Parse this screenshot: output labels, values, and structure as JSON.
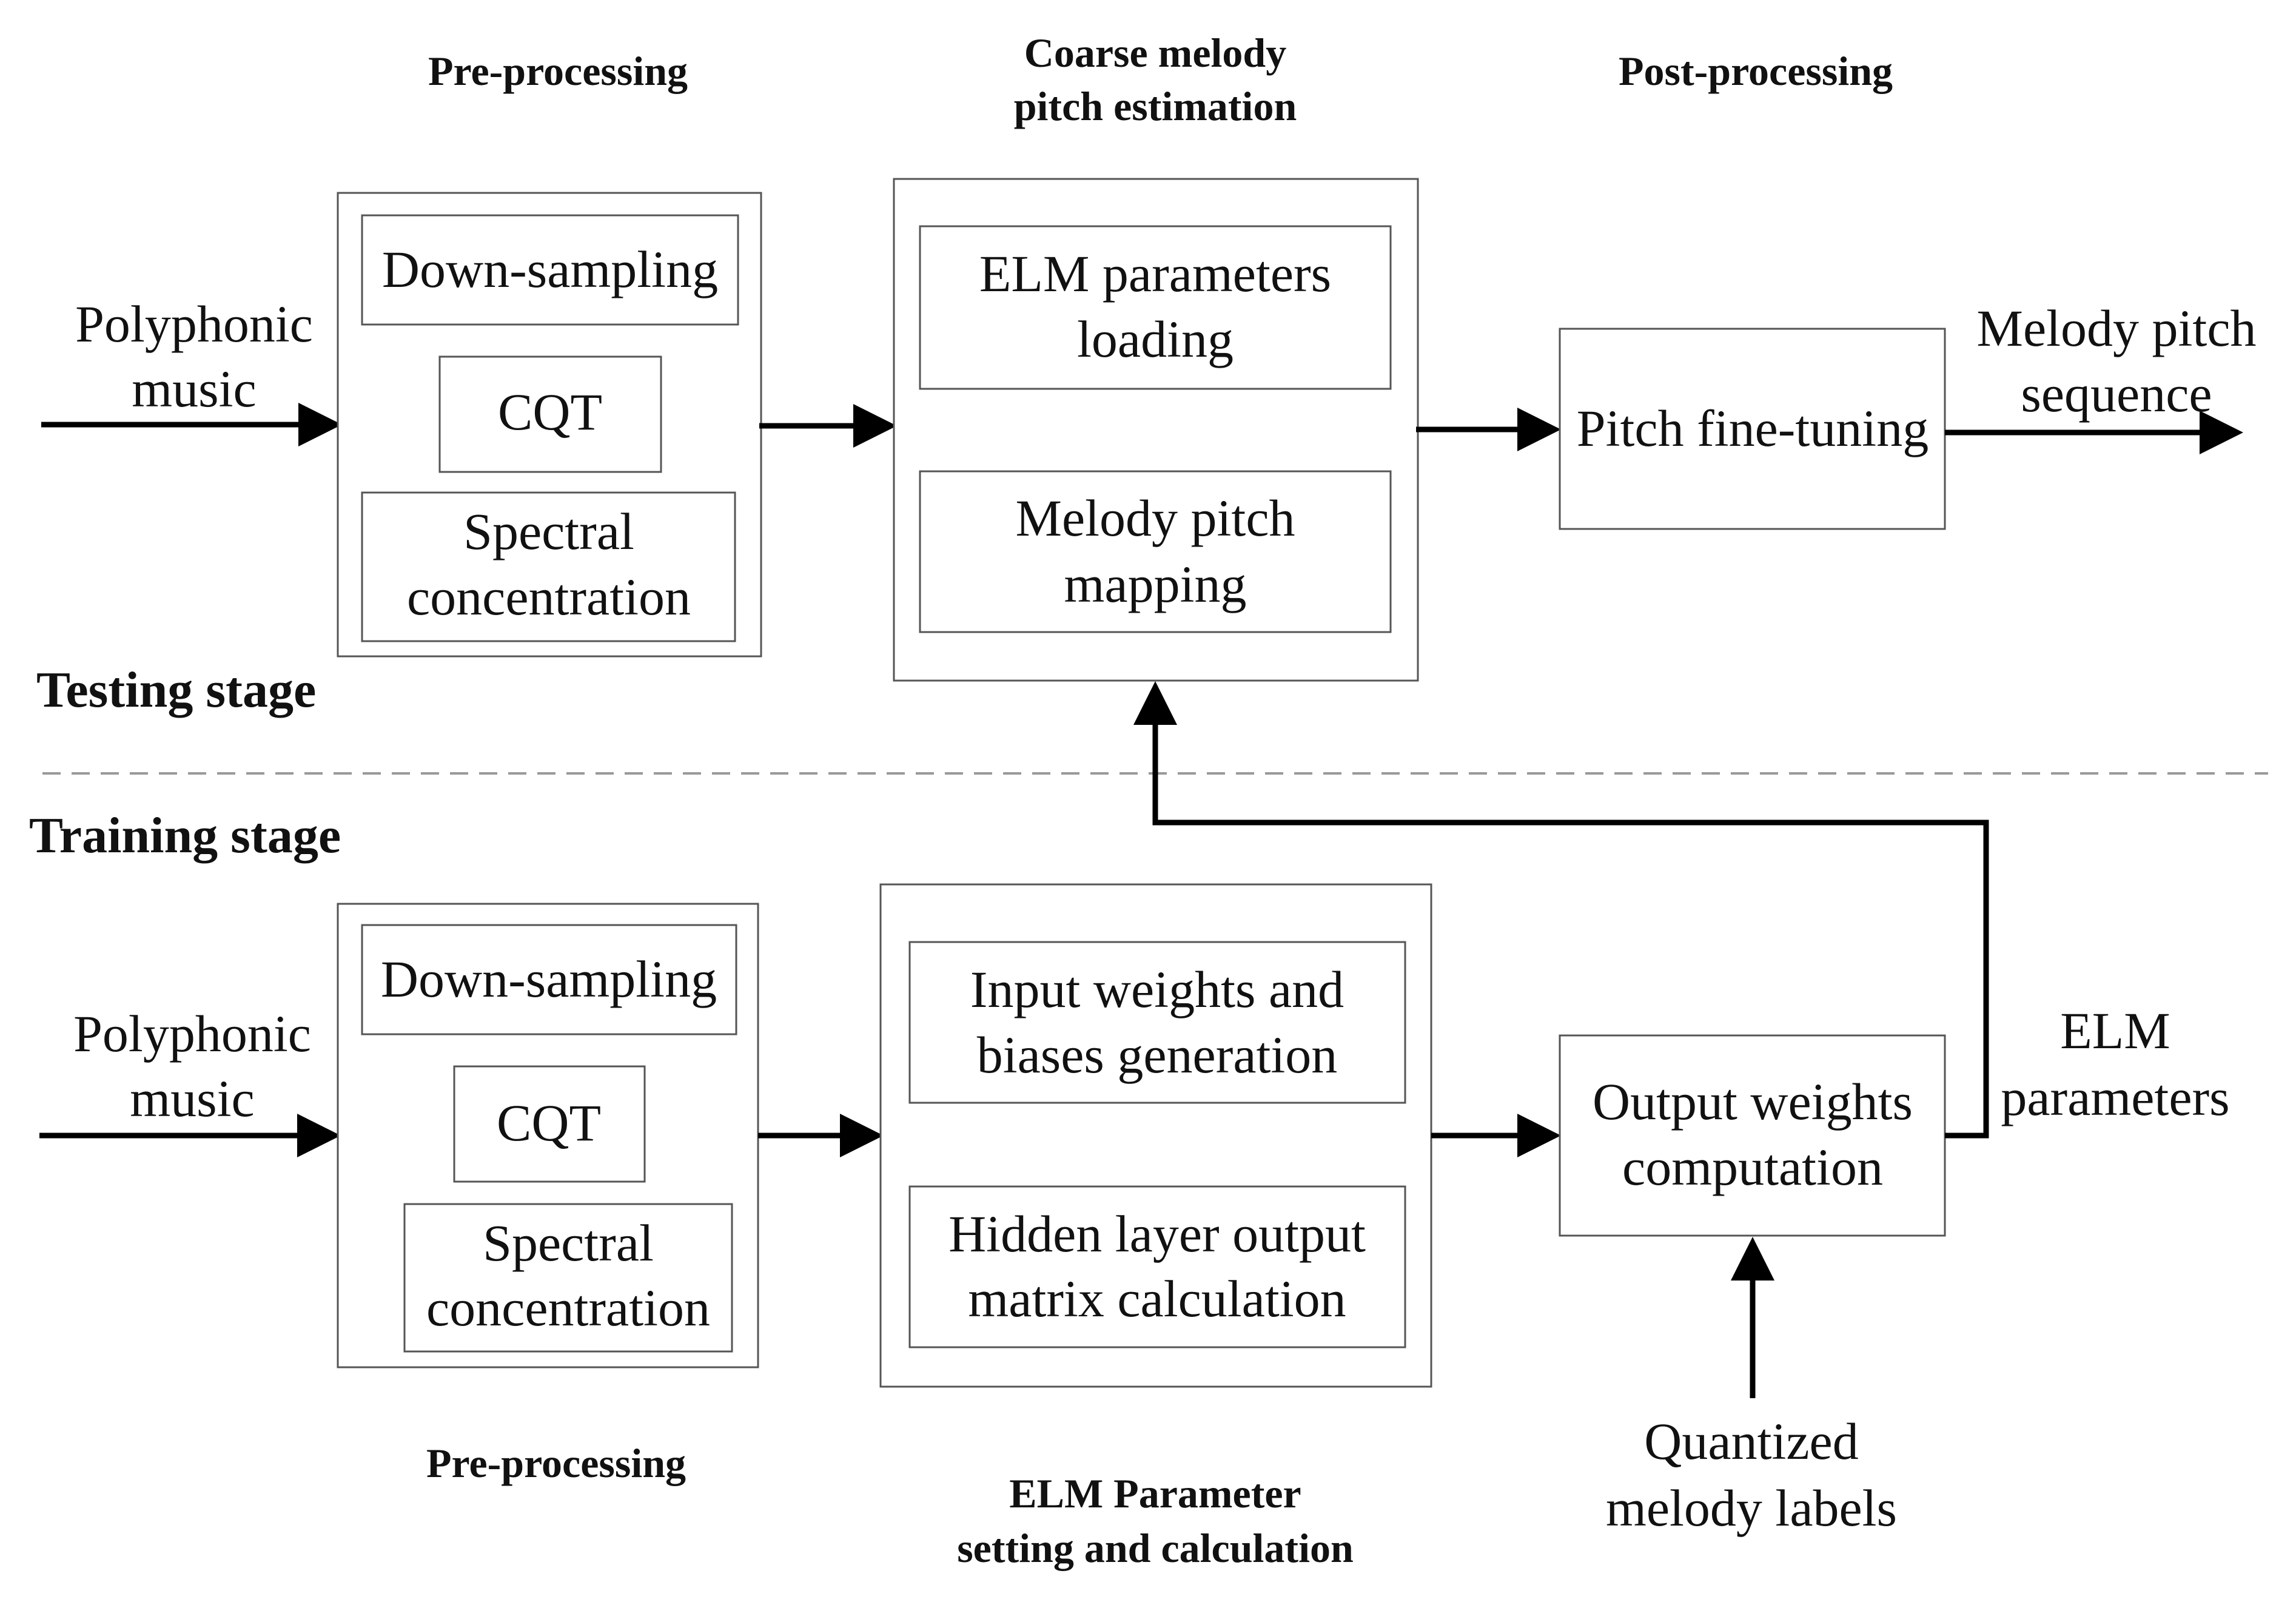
{
  "headers": {
    "test_pre": "Pre-processing",
    "coarse_line1": "Coarse melody",
    "coarse_line2": "pitch estimation",
    "post": "Post-processing",
    "train_pre": "Pre-processing",
    "elm_param_line1": "ELM Parameter",
    "elm_param_line2": "setting and calculation"
  },
  "stages": {
    "testing": "Testing stage",
    "training": "Training stage"
  },
  "testing": {
    "input_line1": "Polyphonic",
    "input_line2": "music",
    "downsampling": "Down-sampling",
    "cqt": "CQT",
    "spectral_line1": "Spectral",
    "spectral_line2": "concentration",
    "elm_load_line1": "ELM parameters",
    "elm_load_line2": "loading",
    "mapping_line1": "Melody pitch",
    "mapping_line2": "mapping",
    "finetune": "Pitch fine-tuning",
    "output_line1": "Melody pitch",
    "output_line2": "sequence"
  },
  "training": {
    "input_line1": "Polyphonic",
    "input_line2": "music",
    "downsampling": "Down-sampling",
    "cqt": "CQT",
    "spectral_line1": "Spectral",
    "spectral_line2": "concentration",
    "input_weights_line1": "Input weights and",
    "input_weights_line2": "biases generation",
    "hidden_line1": "Hidden layer output",
    "hidden_line2": "matrix calculation",
    "output_weights_line1": "Output weights",
    "output_weights_line2": "computation",
    "elm_params_line1": "ELM",
    "elm_params_line2": "parameters",
    "labels_line1": "Quantized",
    "labels_line2": "melody labels"
  }
}
